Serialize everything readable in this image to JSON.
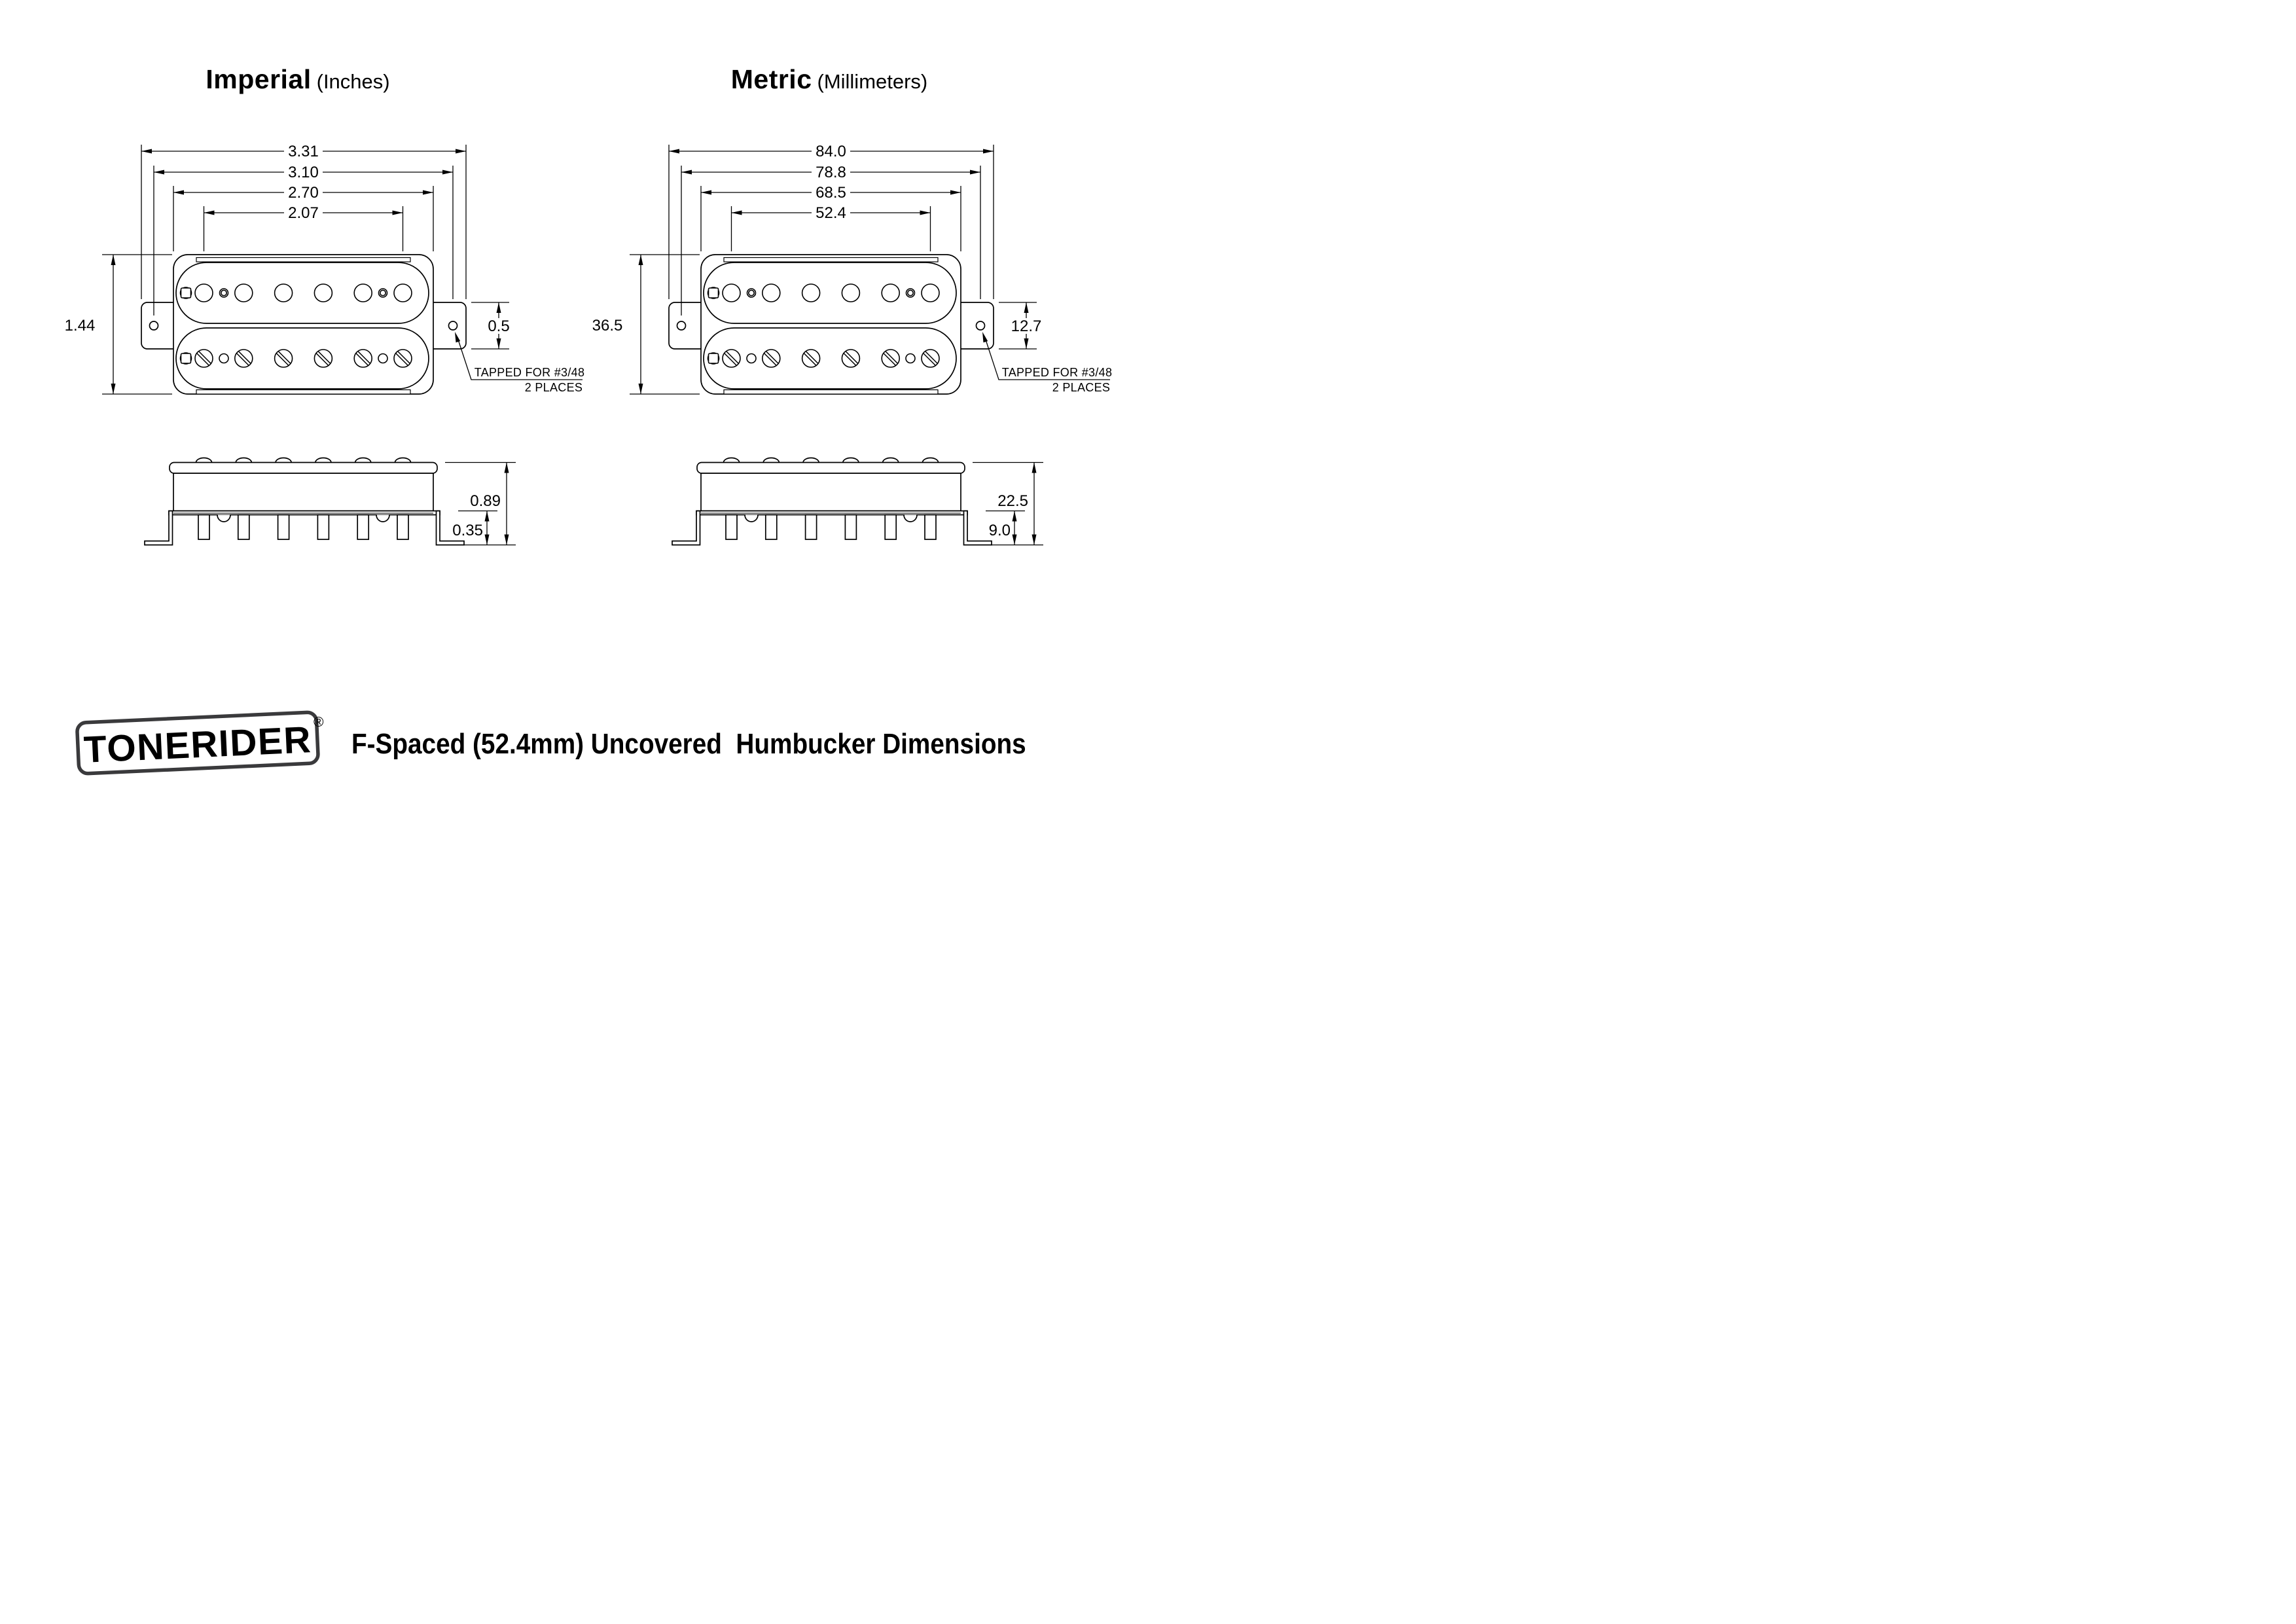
{
  "headings": {
    "imperial": {
      "title": "Imperial",
      "subtitle": "(Inches)"
    },
    "metric": {
      "title": "Metric",
      "subtitle": "(Millimeters)"
    }
  },
  "diagrams": {
    "imperial": {
      "unit_system": "inches",
      "top_view": {
        "overall_width": "3.31",
        "mount_hole_spacing": "3.10",
        "body_width": "2.70",
        "pole_spacing": "2.07",
        "body_height": "1.44",
        "bracket_height": "0.5"
      },
      "side_view": {
        "overall_height": "0.89",
        "leg_depth": "0.35"
      },
      "note": {
        "line1": "TAPPED FOR #3/48",
        "line2": "2 PLACES"
      }
    },
    "metric": {
      "unit_system": "millimeters",
      "top_view": {
        "overall_width": "84.0",
        "mount_hole_spacing": "78.8",
        "body_width": "68.5",
        "pole_spacing": "52.4",
        "body_height": "36.5",
        "bracket_height": "12.7"
      },
      "side_view": {
        "overall_height": "22.5",
        "leg_depth": "9.0"
      },
      "note": {
        "line1": "TAPPED FOR #3/48",
        "line2": "2 PLACES"
      }
    }
  },
  "footer": {
    "logo_text": "TONERIDER",
    "registered_mark": "®",
    "title": "F-Spaced (52.4mm) Uncovered  Humbucker Dimensions"
  },
  "colors": {
    "line": "#000000",
    "logo": "#3a3a3c",
    "background": "#ffffff"
  }
}
